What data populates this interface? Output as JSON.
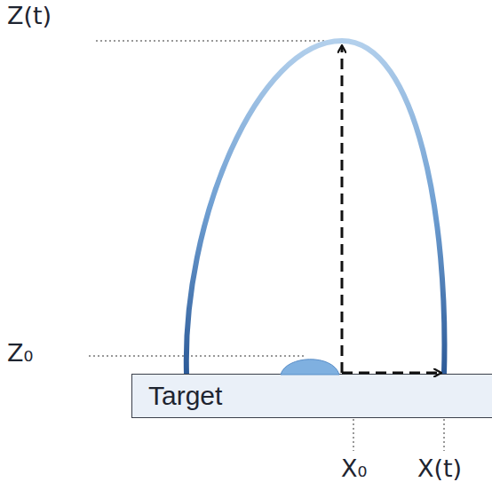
{
  "diagram": {
    "nodes": [
      {
        "text": [
          "Target"
        ]
      }
    ],
    "labels": [
      "Z(t)",
      "Z₀",
      "X₀",
      "X(t)"
    ]
  }
}
